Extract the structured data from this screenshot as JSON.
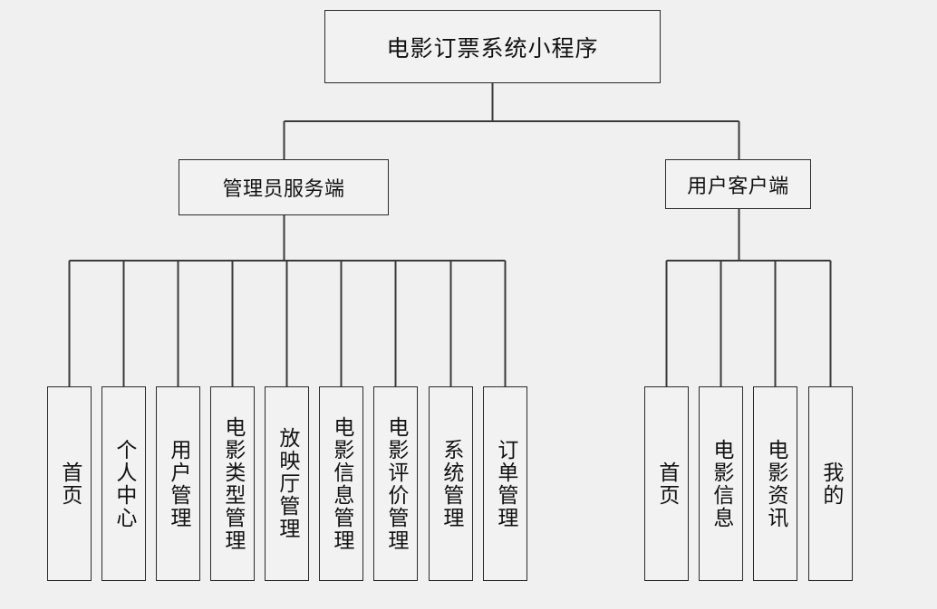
{
  "diagram": {
    "title": "电影订票系统小程序",
    "type": "功能结构图",
    "root": {
      "label": "电影订票系统小程序"
    },
    "branches": [
      {
        "id": "admin",
        "label": "管理员服务端",
        "children": [
          {
            "label": "首页"
          },
          {
            "label": "个人中心"
          },
          {
            "label": "用户管理"
          },
          {
            "label": "电影类型管理"
          },
          {
            "label": "放映厅管理"
          },
          {
            "label": "电影信息管理"
          },
          {
            "label": "电影评价管理"
          },
          {
            "label": "系统管理"
          },
          {
            "label": "订单管理"
          }
        ]
      },
      {
        "id": "user",
        "label": "用户客户端",
        "children": [
          {
            "label": "首页"
          },
          {
            "label": "电影信息"
          },
          {
            "label": "电影资讯"
          },
          {
            "label": "我的"
          }
        ]
      }
    ],
    "style": {
      "background": "#f0f0f0",
      "box_fill": "#f2f2f2",
      "border_color": "#2b2b2b",
      "line_color": "#3a3a3a",
      "text_color": "#111111"
    }
  }
}
